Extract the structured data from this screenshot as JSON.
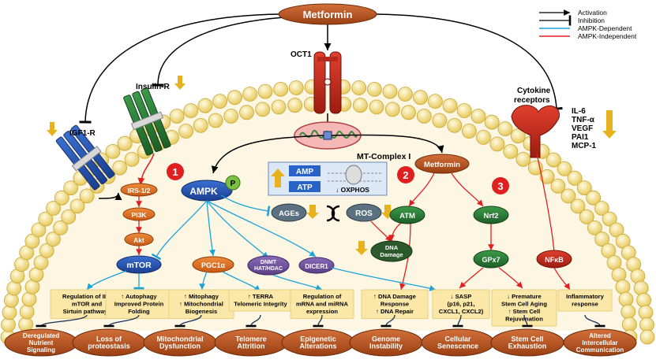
{
  "title": "Metformin",
  "legend": {
    "activation": "Activation",
    "inhibition": "Inhibition",
    "ampk_dependent": "AMPK-Dependent",
    "ampk_independent": "AMPK-Independent"
  },
  "colors": {
    "activation": "#000000",
    "ampk_dependent": "#1aa3d9",
    "ampk_independent": "#e02020",
    "membrane_bead": "#f4e08a",
    "outcome_brown": "#b4521e",
    "effect_box": "#fbe7a8",
    "arrow_gold": "#e8b21f",
    "cytoplasm": "#fdf6e3"
  },
  "receptors": {
    "igf1r": "IGF1-R",
    "insulin_r": "Insulin-R",
    "oct1": "OCT1",
    "cytokine_receptors_line1": "Cytokine",
    "cytokine_receptors_line2": "receptors",
    "cytokines": [
      "IL-6",
      "TNF-α",
      "VEGF",
      "PAI1",
      "MCP-1"
    ]
  },
  "mitochondria": {
    "complex_label": "MT-Complex I",
    "amp": "AMP",
    "atp": "ATP",
    "oxphos": "↓ OXPHOS"
  },
  "badges": [
    "1",
    "2",
    "3"
  ],
  "nodes": {
    "ampk": "AMPK",
    "p": "P",
    "irs": "IRS-1/2",
    "pi3k": "PI3K",
    "akt": "Akt",
    "mtor": "mTOR",
    "pgc1a": "PGC1α",
    "dnmt_line1": "DNMT",
    "dnmt_line2": "HAT/HDAC",
    "dicer1": "DICER1",
    "ages": "AGEs",
    "ros": "ROS",
    "metformin_inner": "Metformin",
    "atm": "ATM",
    "nrf2": "Nrf2",
    "gpx7": "GPx7",
    "nfkb": "NFκB",
    "dna_damage_line1": "DNA",
    "dna_damage_line2": "Damage"
  },
  "effects": [
    {
      "lines": [
        "Regulation of IIS,",
        "mTOR and",
        "Sirtuin pathways"
      ]
    },
    {
      "lines": [
        "↑ Autophagy",
        "Improved Protein",
        "Folding"
      ]
    },
    {
      "lines": [
        "↑ Mitophagy",
        "↑ Mitochondrial",
        "Biogenesis"
      ]
    },
    {
      "lines": [
        "↑ TERRA",
        "Telomeric Integrity"
      ]
    },
    {
      "lines": [
        "Regulation of",
        "mRNA and miRNA",
        "expression"
      ]
    },
    {
      "lines": [
        "↑ DNA Damage",
        "Response",
        "↑ DNA Repair"
      ]
    },
    {
      "lines": [
        "↓ SASP",
        "(p16, p21,",
        "CXCL1, CXCL2)"
      ]
    },
    {
      "lines": [
        "↓ Premature",
        "Stem Cell Aging",
        "↑ Stem Cell",
        "Rejuvenation"
      ]
    },
    {
      "lines": [
        "Inflammatory",
        "response"
      ]
    }
  ],
  "hallmarks": [
    {
      "lines": [
        "Deregulated",
        "Nutrient",
        "Signaling"
      ]
    },
    {
      "lines": [
        "Loss of",
        "proteostasis"
      ]
    },
    {
      "lines": [
        "Mitochondrial",
        "Dysfunction"
      ]
    },
    {
      "lines": [
        "Telomere",
        "Attrition"
      ]
    },
    {
      "lines": [
        "Epigenetic",
        "Alterations"
      ]
    },
    {
      "lines": [
        "Genome",
        "Instability"
      ]
    },
    {
      "lines": [
        "Cellular",
        "Senescence"
      ]
    },
    {
      "lines": [
        "Stem Cell",
        "Exhaustion"
      ]
    },
    {
      "lines": [
        "Altered",
        "Intercellular",
        "Communication"
      ]
    }
  ]
}
